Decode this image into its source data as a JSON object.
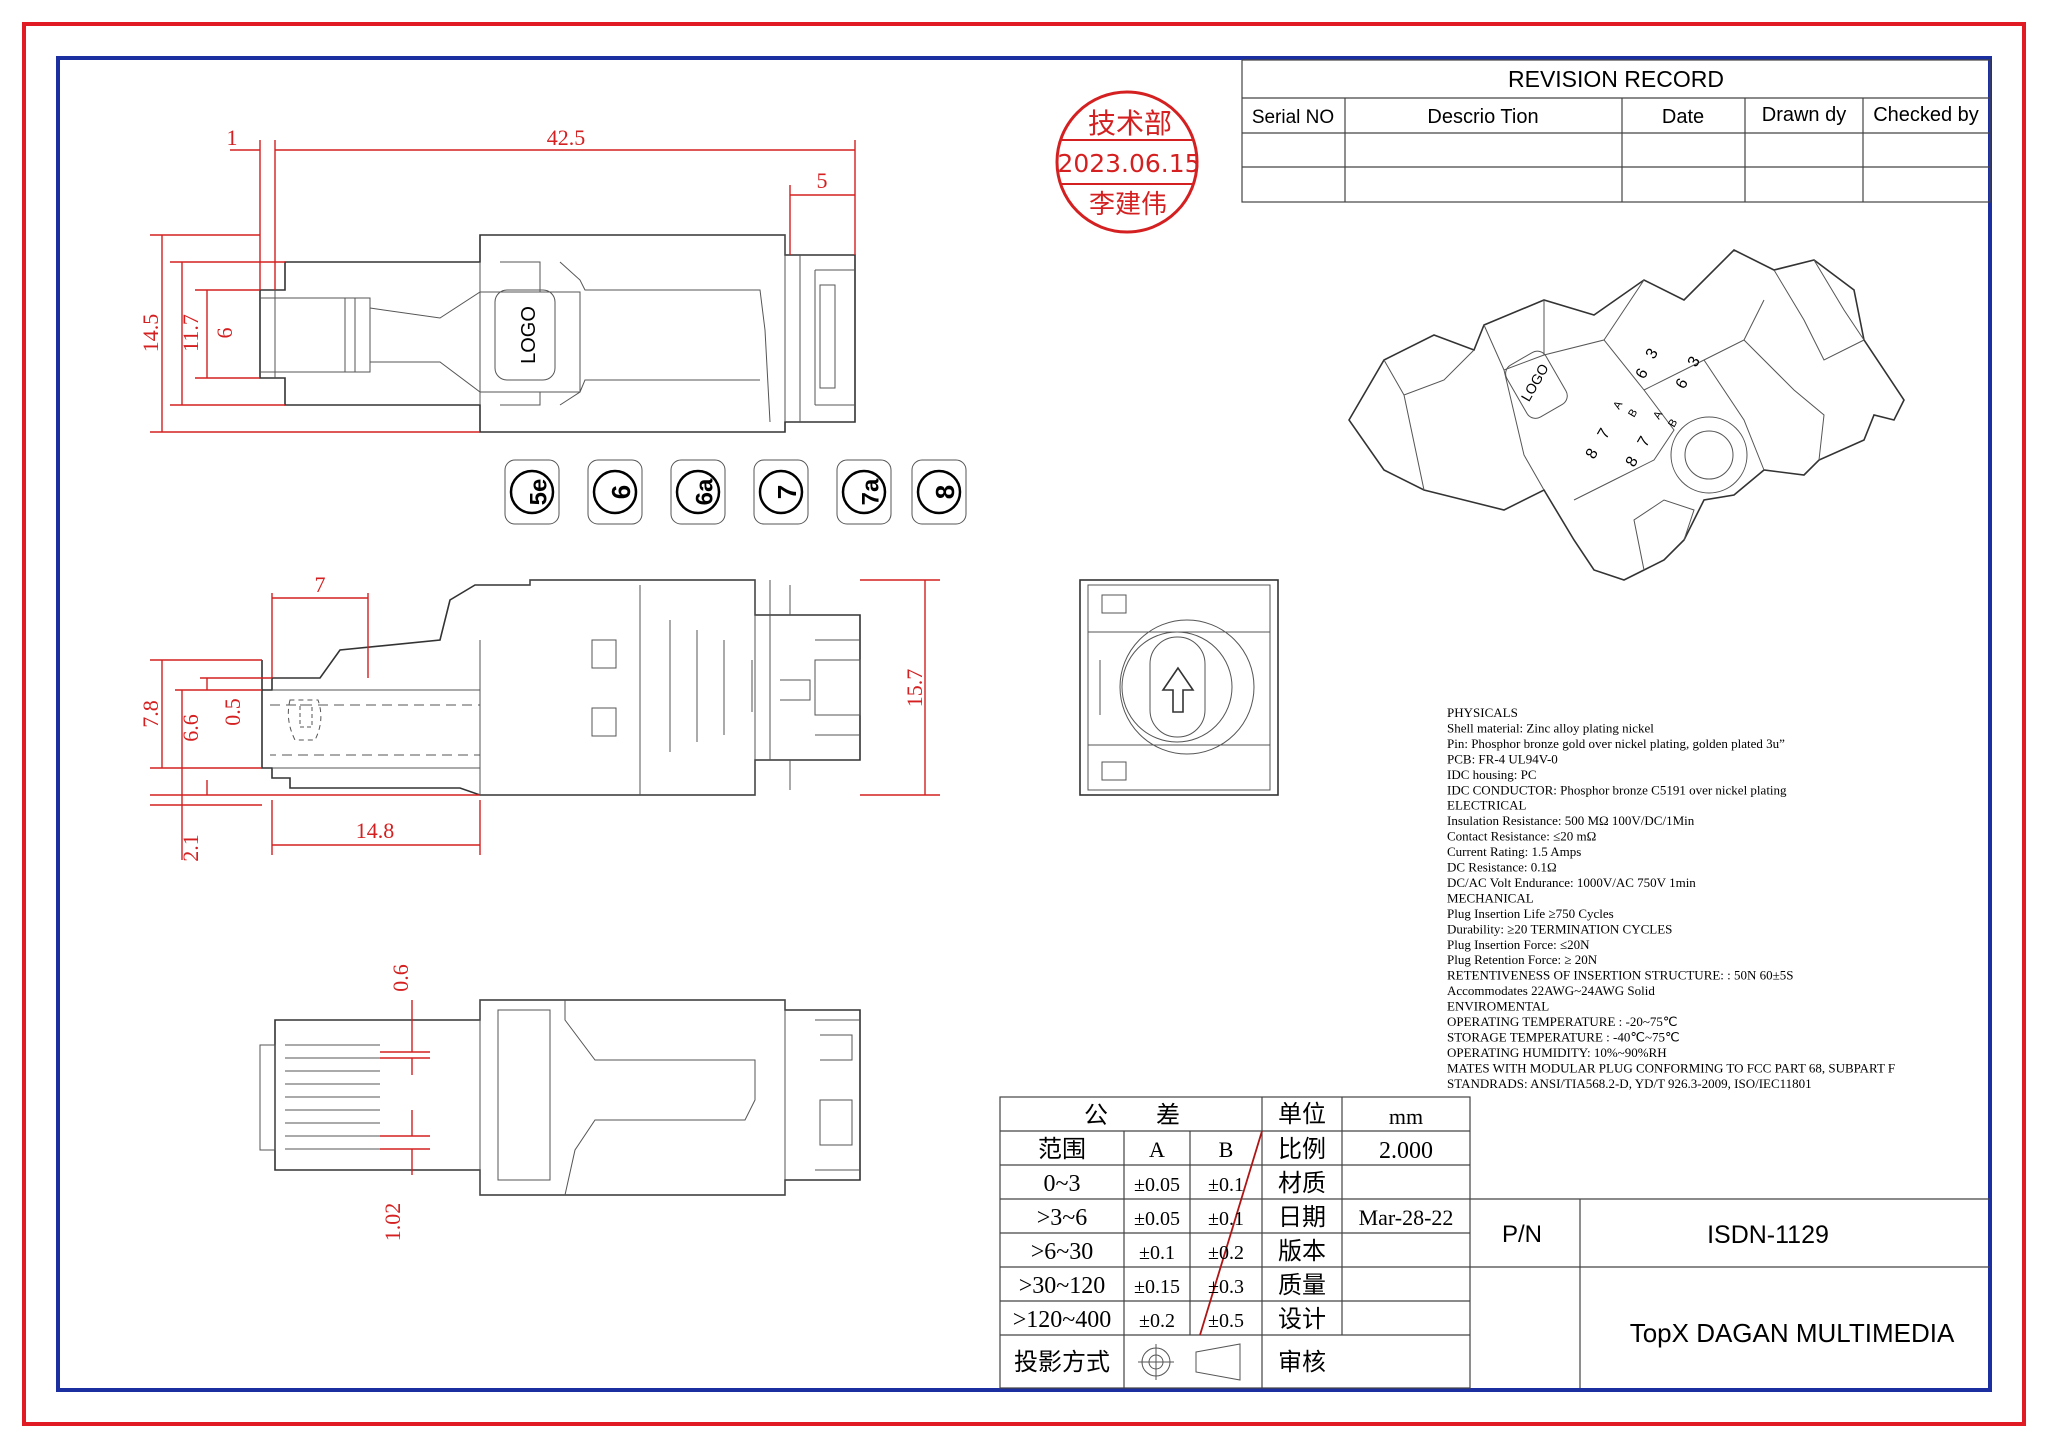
{
  "stamp": {
    "line1": "技术部",
    "date": "2023.06.15",
    "name": "李建伟"
  },
  "revision": {
    "title": "REVISION RECORD",
    "headers": [
      "Serial NO",
      "Descrio Tion",
      "Date",
      "Drawn dy",
      "Checked by"
    ]
  },
  "dims_top": {
    "d1": "1",
    "d2": "42.5",
    "d3": "5",
    "d4": "14.5",
    "d5": "11.7",
    "d6": "6",
    "logo": "LOGO"
  },
  "badges": [
    "5e",
    "6",
    "6a",
    "7",
    "7a",
    "8"
  ],
  "dims_side": {
    "d1": "7",
    "d2": "7.8",
    "d3": "6.6",
    "d4": "0.5",
    "d5": "15.7",
    "d6": "14.8",
    "d7": "2.1"
  },
  "dims_bottom": {
    "d1": "0.6",
    "d2": "1.02"
  },
  "iso_labels": {
    "logo": "LOGO",
    "n1": "6",
    "n2": "3",
    "a": "A",
    "b": "B",
    "n3": "8",
    "n4": "7",
    "n5": "6",
    "n6": "3",
    "a2": "A",
    "b2": "B",
    "n7": "8",
    "n8": "7"
  },
  "specs": [
    "PHYSICALS",
    "Shell material: Zinc alloy plating nickel",
    "Pin: Phosphor bronze gold over nickel plating, golden plated 3u”",
    "PCB: FR-4 UL94V-0",
    "IDC housing: PC",
    "IDC CONDUCTOR: Phosphor bronze C5191 over nickel plating",
    "ELECTRICAL",
    "Insulation Resistance: 500 MΩ 100V/DC/1Min",
    "Contact Resistance: ≤20 mΩ",
    "Current Rating: 1.5 Amps",
    "DC Resistance: 0.1Ω",
    "DC/AC Volt Endurance: 1000V/AC 750V 1min",
    "MECHANICAL",
    "Plug Insertion Life ≥750 Cycles",
    "Durability: ≥20 TERMINATION CYCLES",
    "Plug Insertion Force: ≤20N",
    "Plug Retention Force: ≥ 20N",
    "RETENTIVENESS OF INSERTION STRUCTURE: : 50N 60±5S",
    "Accommodates 22AWG~24AWG Solid",
    "ENVIROMENTAL",
    "OPERATING TEMPERATURE : -20~75℃",
    "STORAGE TEMPERATURE : -40℃~75℃",
    "OPERATING HUMIDITY: 10%~90%RH",
    "MATES WITH MODULAR PLUG CONFORMING TO FCC PART 68, SUBPART F",
    "STANDRADS: ANSI/TIA568.2-D, YD/T 926.3-2009, ISO/IEC11801"
  ],
  "tolerance": {
    "header_tol": "公　　差",
    "header_unit": "单位",
    "unit_value": "mm",
    "col_range": "范围",
    "col_a": "A",
    "col_b": "B",
    "label_scale": "比例",
    "scale_value": "2.000",
    "rows": [
      {
        "range": "0~3",
        "a": "±0.05",
        "b": "±0.1",
        "label": "材质",
        "value": ""
      },
      {
        "range": ">3~6",
        "a": "±0.05",
        "b": "±0.1",
        "label": "日期",
        "value": "Mar-28-22"
      },
      {
        "range": ">6~30",
        "a": "±0.1",
        "b": "±0.2",
        "label": "版本",
        "value": ""
      },
      {
        "range": ">30~120",
        "a": "±0.15",
        "b": "±0.3",
        "label": "质量",
        "value": ""
      },
      {
        "range": ">120~400",
        "a": "±0.2",
        "b": "±0.5",
        "label": "设计",
        "value": ""
      }
    ],
    "projection_label": "投影方式",
    "review_label": "审核"
  },
  "title_block": {
    "pn_label": "P/N",
    "pn_value": "ISDN-1129",
    "company": "TopX DAGAN MULTIMEDIA"
  },
  "colors": {
    "frame_outer": "#e01b24",
    "frame_inner": "#1c2fa0",
    "dimension": "#d42020",
    "stamp": "#d42020"
  }
}
